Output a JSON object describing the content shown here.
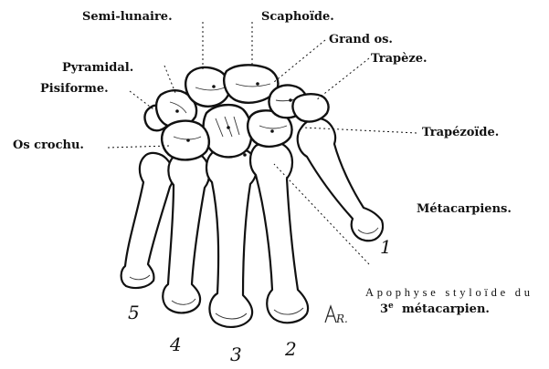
{
  "labels": {
    "semi_lunaire": "Semi-lunaire.",
    "scaphoide": "Scaphoïde.",
    "grand_os": "Grand os.",
    "pyramidal": "Pyramidal.",
    "trapeze": "Trapèze.",
    "pisiforme": "Pisiforme.",
    "trapezoide": "Trapézoïde.",
    "os_crochu": "Os crochu.",
    "metacarpiens": "Métacarpiens."
  },
  "caption": {
    "line1": "Apophyse styloïde du",
    "line2_sup": "3e",
    "line2_text": "métacarpien."
  },
  "digit_numbers": [
    "1",
    "2",
    "3",
    "4",
    "5"
  ],
  "signature": "R."
}
